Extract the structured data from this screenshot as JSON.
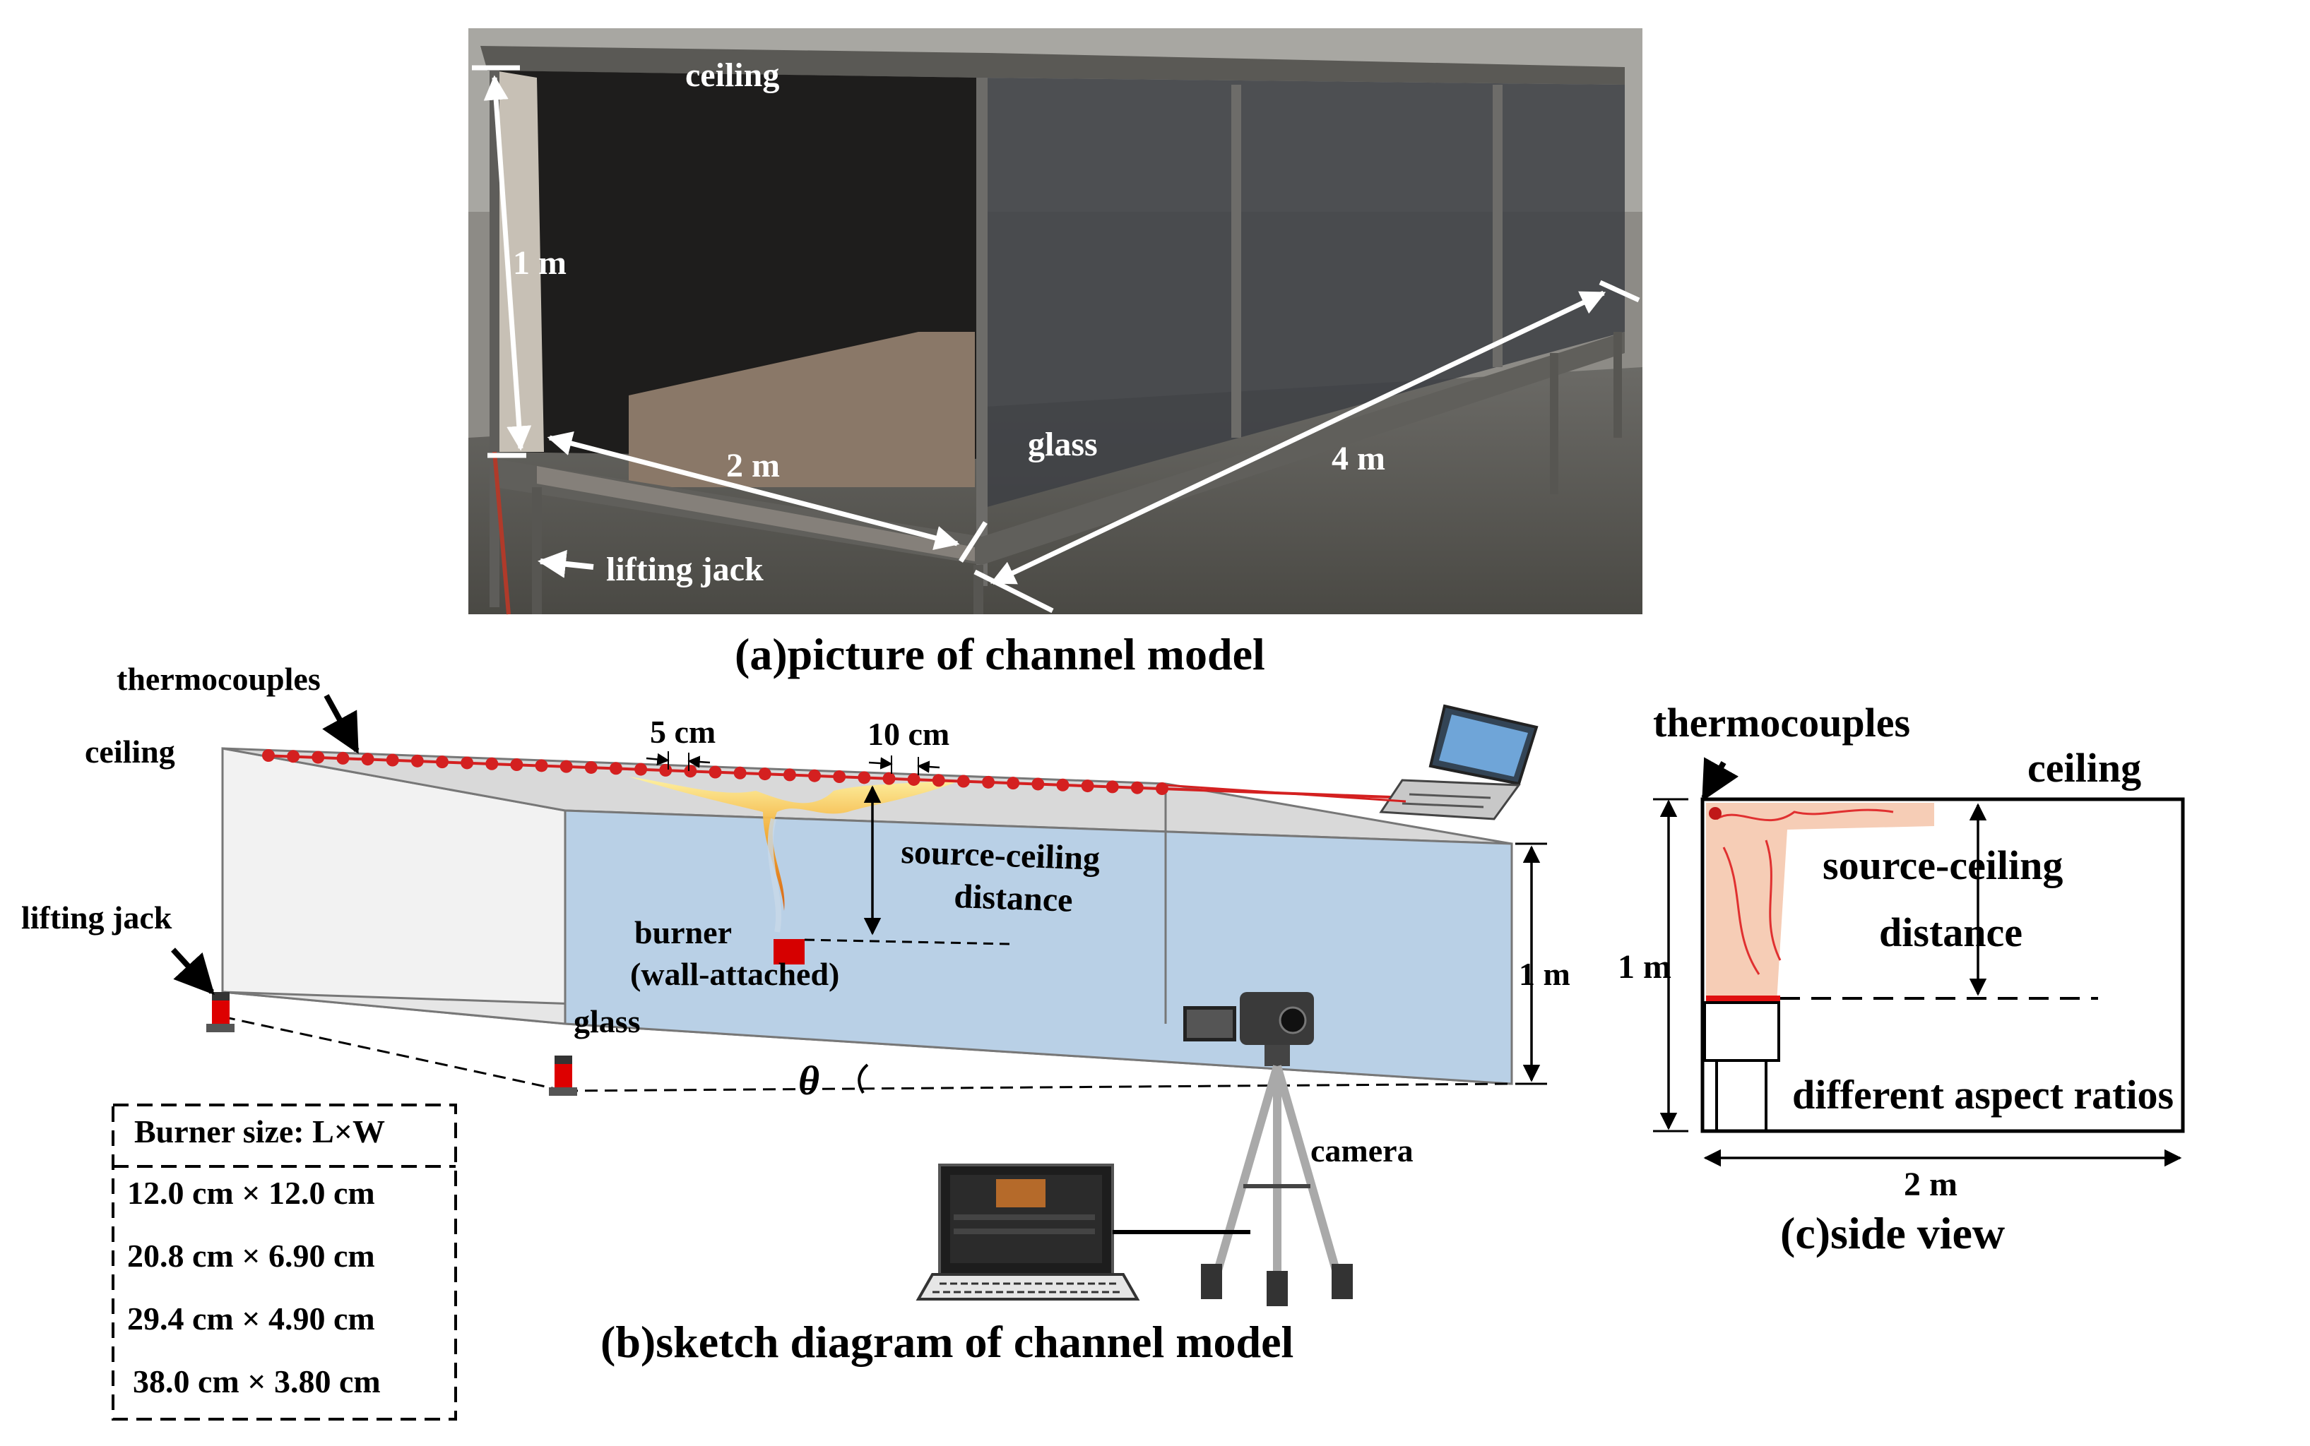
{
  "panel_a": {
    "caption": "(a)picture of channel model",
    "labels": {
      "ceiling": "ceiling",
      "height": "1 m",
      "width": "2 m",
      "length": "4 m",
      "glass": "glass",
      "lifting_jack": "lifting jack"
    }
  },
  "panel_b": {
    "caption": "(b)sketch diagram of channel model",
    "labels": {
      "thermocouples": "thermocouples",
      "ceiling": "ceiling",
      "spacing_5": "5 cm",
      "spacing_10": "10 cm",
      "source_ceiling_1": "source-ceiling",
      "source_ceiling_2": "distance",
      "burner_1": "burner",
      "burner_2": "(wall-attached)",
      "lifting_jack": "lifting jack",
      "glass": "glass",
      "height": "1 m",
      "theta": "θ",
      "camera": "camera"
    },
    "burner_sizes": {
      "title": "Burner size: L×W",
      "items": [
        "12.0 cm × 12.0 cm",
        "20.8 cm × 6.90 cm",
        "29.4 cm × 4.90 cm",
        "38.0 cm × 3.80 cm"
      ]
    }
  },
  "panel_c": {
    "caption": "(c)side view",
    "labels": {
      "thermocouples": "thermocouples",
      "ceiling": "ceiling",
      "source_ceiling_1": "source-ceiling",
      "source_ceiling_2": "distance",
      "height": "1 m",
      "aspect": "different aspect ratios",
      "width": "2 m"
    }
  },
  "colors": {
    "thermocouple_red": "#d42020",
    "glass_blue": "#b9d0e6",
    "flame_orange": "#f3a020",
    "plume_fill": "#f6cdb6"
  }
}
